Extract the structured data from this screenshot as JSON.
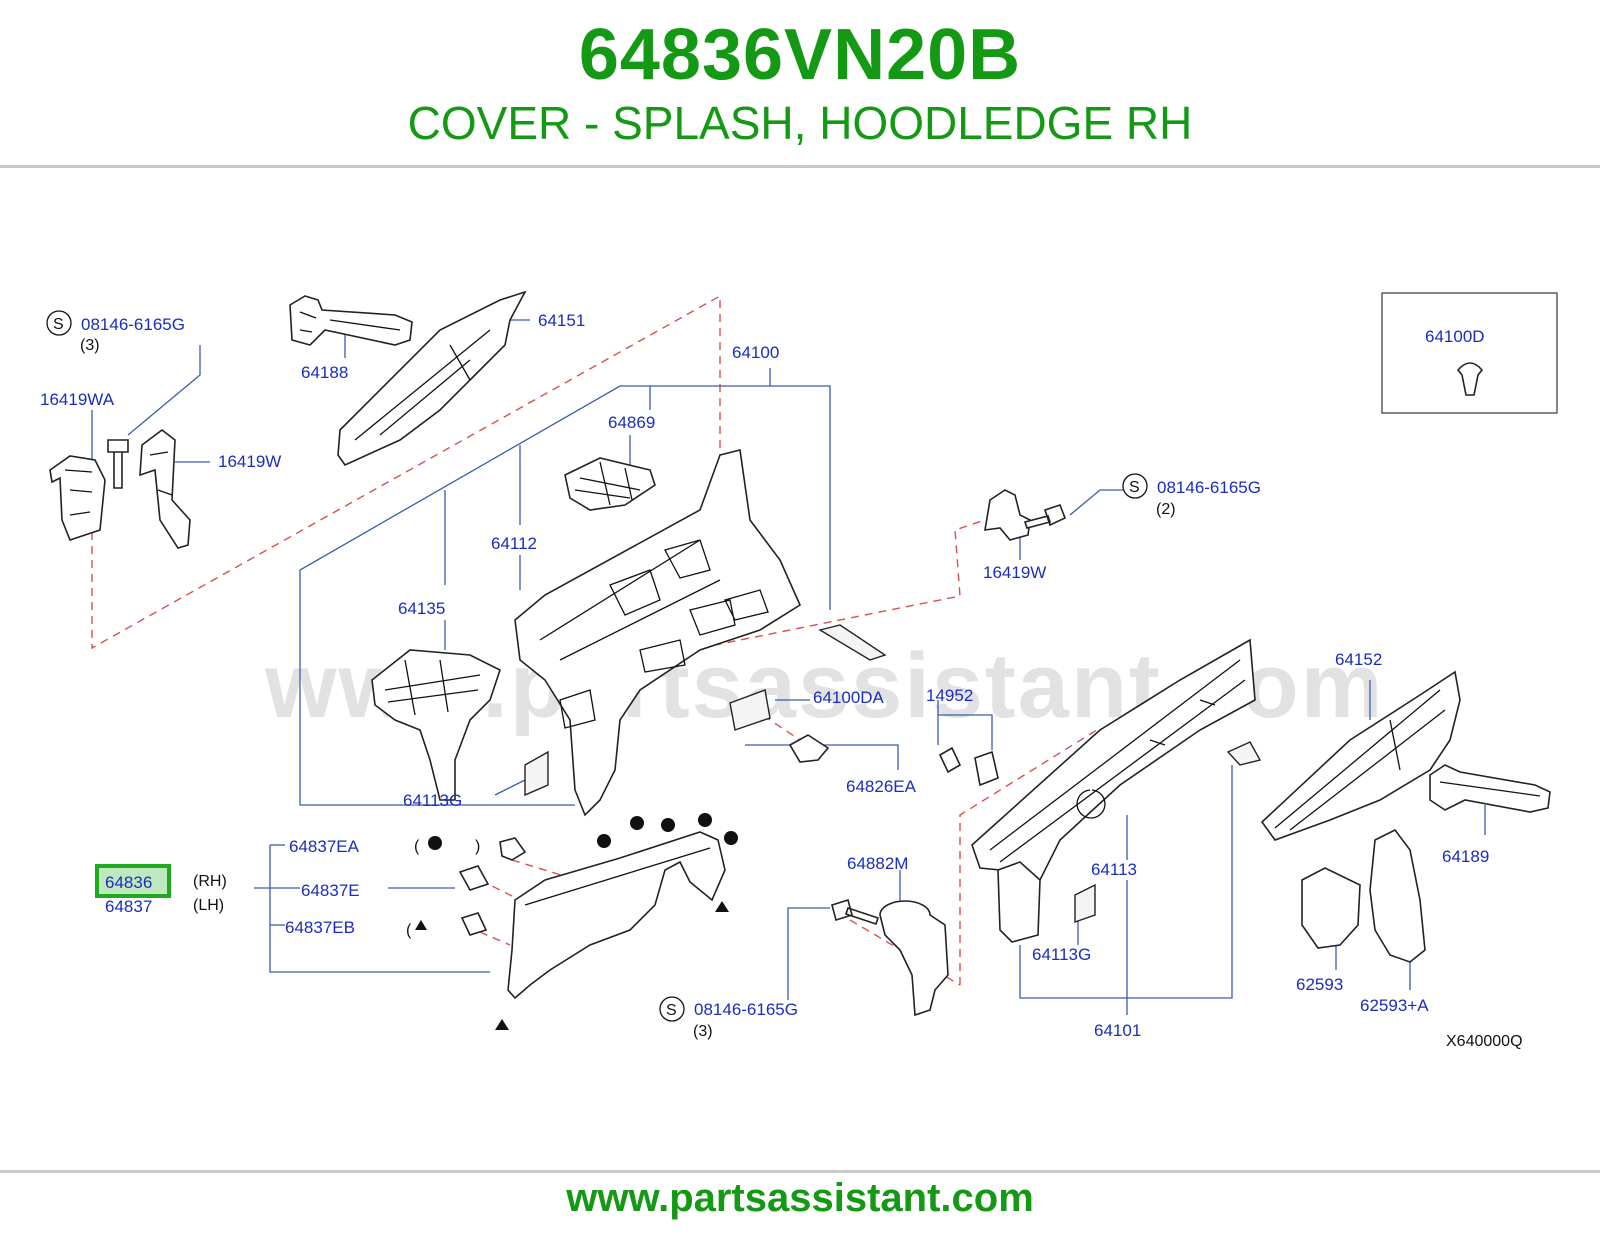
{
  "header": {
    "part_number": "64836VN20B",
    "description": "COVER - SPLASH, HOODLEDGE RH"
  },
  "watermark": "www.partsassistant.com",
  "footer": {
    "url": "www.partsassistant.com"
  },
  "diagram": {
    "code": "X640000Q",
    "highlight_color": "#1faa1f",
    "labels": {
      "s08146_top": "08146-6165G",
      "s08146_top_qty": "(3)",
      "l16419WA": "16419WA",
      "l16419W_left": "16419W",
      "l64188": "64188",
      "l64151": "64151",
      "l64100": "64100",
      "l64869": "64869",
      "l64112": "64112",
      "l64135": "64135",
      "l64113G_left": "64113G",
      "l64100DA": "64100DA",
      "l64826EA": "64826EA",
      "l14952": "14952",
      "l64100D": "64100D",
      "s08146_right": "08146-6165G",
      "s08146_right_qty": "(2)",
      "l16419W_right": "16419W",
      "l64152": "64152",
      "l64189": "64189",
      "l64113": "64113",
      "l64113G_right": "64113G",
      "l64101": "64101",
      "l62593": "62593",
      "l62593A": "62593+A",
      "l64882M": "64882M",
      "s08146_bottom": "08146-6165G",
      "s08146_bottom_qty": "(3)",
      "l64836": "64836",
      "l64837": "64837",
      "rh": "(RH)",
      "lh": "(LH)",
      "l64837EA": "64837EA",
      "l64837E": "64837E",
      "l64837EB": "64837EB",
      "paren_open_a": "(",
      "paren_close_a": ")",
      "paren_open_b": "(",
      "s_symbol": "S"
    }
  }
}
